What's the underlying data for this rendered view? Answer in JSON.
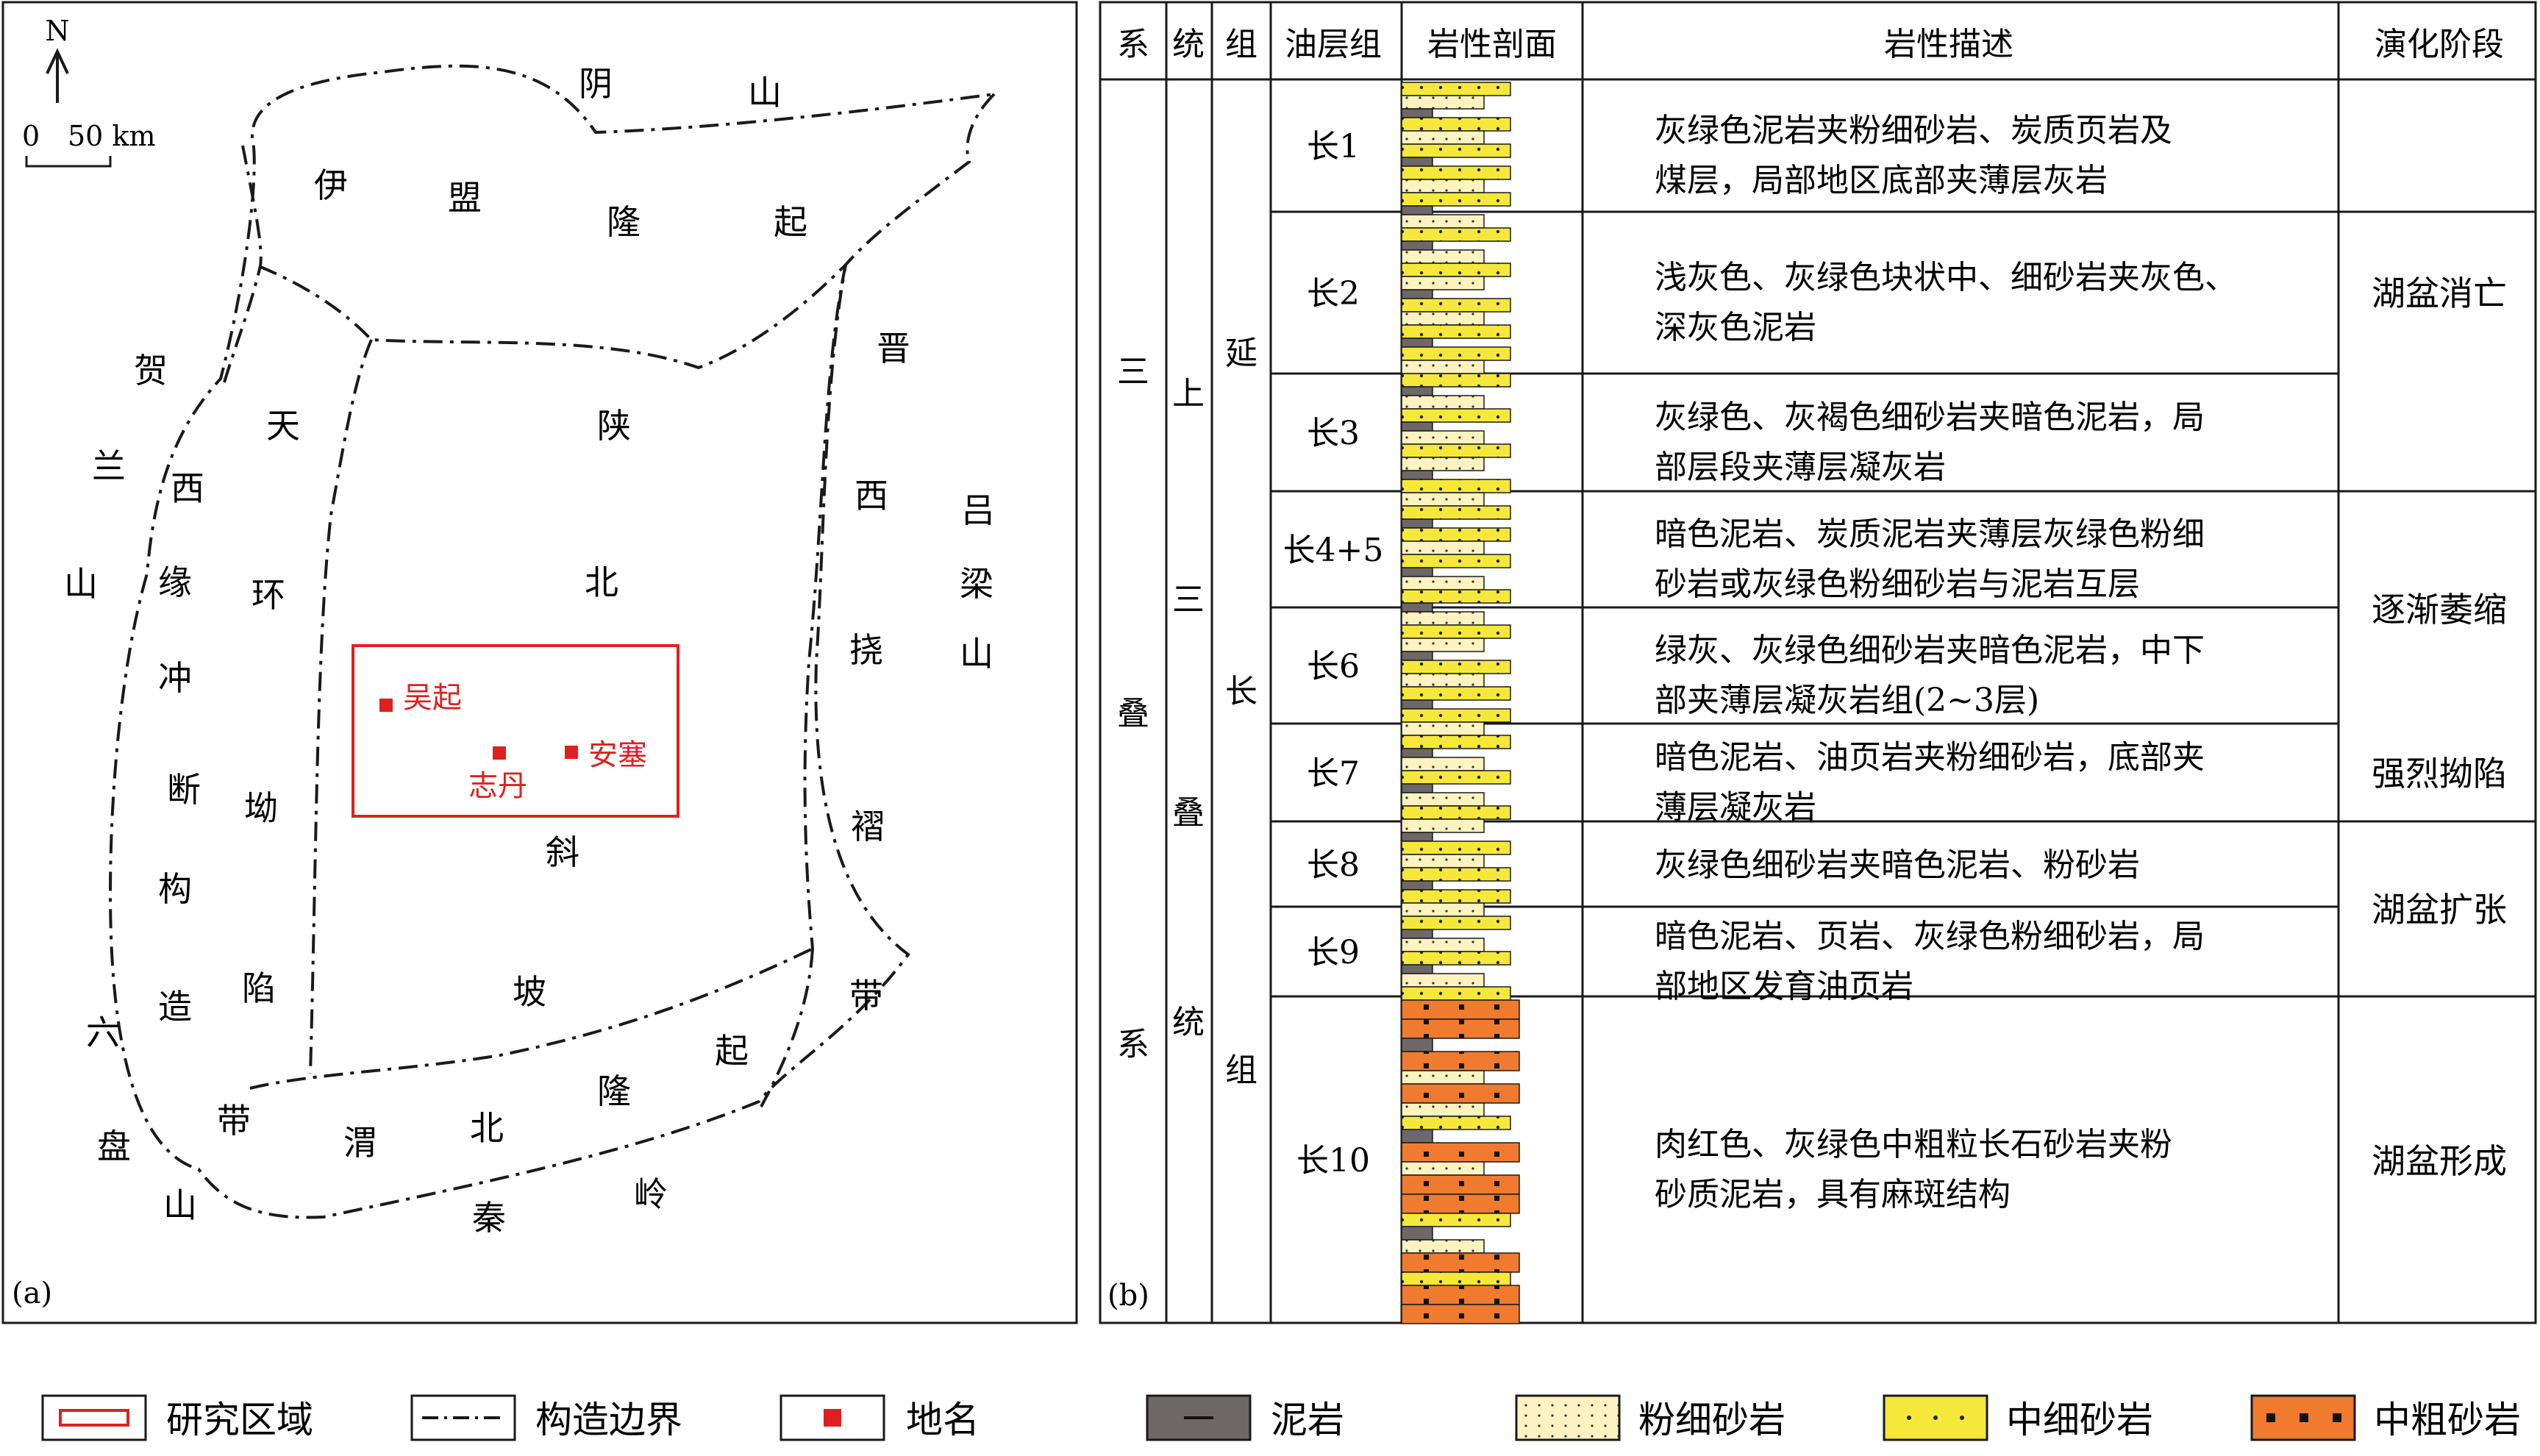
{
  "panel_a": {
    "panel_label": "(a)",
    "north_label": "N",
    "scale_zero": "0",
    "scale_value": "50 km",
    "colors": {
      "study_area": "#e02020",
      "place": "#e02020",
      "boundary": "#1a1a1a"
    },
    "region_labels": [
      {
        "name": "yinshan-1",
        "text": "阴"
      },
      {
        "name": "yinshan-2",
        "text": "山"
      },
      {
        "name": "yimeng-1",
        "text": "伊"
      },
      {
        "name": "yimeng-2",
        "text": "盟"
      },
      {
        "name": "yimeng-3",
        "text": "隆"
      },
      {
        "name": "yimeng-4",
        "text": "起"
      },
      {
        "name": "helan-1",
        "text": "贺"
      },
      {
        "name": "helan-2",
        "text": "兰"
      },
      {
        "name": "helan-3",
        "text": "山"
      },
      {
        "name": "xiyuan-1",
        "text": "西"
      },
      {
        "name": "xiyuan-2",
        "text": "缘"
      },
      {
        "name": "xiyuan-3",
        "text": "冲"
      },
      {
        "name": "xiyuan-4",
        "text": "断"
      },
      {
        "name": "xiyuan-5",
        "text": "构"
      },
      {
        "name": "xiyuan-6",
        "text": "造"
      },
      {
        "name": "xiyuan-7",
        "text": "带"
      },
      {
        "name": "tianhuan-1",
        "text": "天"
      },
      {
        "name": "tianhuan-2",
        "text": "环"
      },
      {
        "name": "tianhuan-3",
        "text": "坳"
      },
      {
        "name": "tianhuan-4",
        "text": "陷"
      },
      {
        "name": "shanbei-1",
        "text": "陕"
      },
      {
        "name": "shanbei-2",
        "text": "北"
      },
      {
        "name": "shanbei-3",
        "text": "斜"
      },
      {
        "name": "shanbei-4",
        "text": "坡"
      },
      {
        "name": "jinxi-1",
        "text": "晋"
      },
      {
        "name": "jinxi-2",
        "text": "西"
      },
      {
        "name": "jinxi-3",
        "text": "挠"
      },
      {
        "name": "jinxi-4",
        "text": "褶"
      },
      {
        "name": "jinxi-5",
        "text": "带"
      },
      {
        "name": "lvliang-1",
        "text": "吕"
      },
      {
        "name": "lvliang-2",
        "text": "梁"
      },
      {
        "name": "lvliang-3",
        "text": "山"
      },
      {
        "name": "weibei-1",
        "text": "渭"
      },
      {
        "name": "weibei-2",
        "text": "北"
      },
      {
        "name": "weibei-3",
        "text": "隆"
      },
      {
        "name": "weibei-4",
        "text": "起"
      },
      {
        "name": "liupan-1",
        "text": "六"
      },
      {
        "name": "liupan-2",
        "text": "盘"
      },
      {
        "name": "liupan-3",
        "text": "山"
      },
      {
        "name": "qinling-1",
        "text": "秦"
      },
      {
        "name": "qinling-2",
        "text": "岭"
      }
    ],
    "places": [
      {
        "name": "wuqi",
        "text": "吴起"
      },
      {
        "name": "zhidan",
        "text": "志丹"
      },
      {
        "name": "ansai",
        "text": "安塞"
      }
    ]
  },
  "panel_b": {
    "panel_label": "(b)",
    "headers": {
      "system": "系",
      "series": "统",
      "formation": "组",
      "oil_group": "油层组",
      "section": "岩性剖面",
      "description": "岩性描述",
      "stage": "演化阶段"
    },
    "system_chars": [
      "三",
      "叠",
      "系"
    ],
    "series_chars": [
      "上",
      "三",
      "叠",
      "统"
    ],
    "formation_chars": [
      "延",
      "长",
      "组"
    ],
    "oil_groups": [
      {
        "name": "长1",
        "desc1": "灰绿色泥岩夹粉细砂岩、炭质页岩及",
        "desc2": "煤层，局部地区底部夹薄层灰岩"
      },
      {
        "name": "长2",
        "desc1": "浅灰色、灰绿色块状中、细砂岩夹灰色、",
        "desc2": "深灰色泥岩"
      },
      {
        "name": "长3",
        "desc1": "灰绿色、灰褐色细砂岩夹暗色泥岩，局",
        "desc2": "部层段夹薄层凝灰岩"
      },
      {
        "name": "长4+5",
        "desc1": "暗色泥岩、炭质泥岩夹薄层灰绿色粉细",
        "desc2": "砂岩或灰绿色粉细砂岩与泥岩互层"
      },
      {
        "name": "长6",
        "desc1": "绿灰、灰绿色细砂岩夹暗色泥岩，中下",
        "desc2": "部夹薄层凝灰岩组(2~3层)"
      },
      {
        "name": "长7",
        "desc1": "暗色泥岩、油页岩夹粉细砂岩，底部夹",
        "desc2": "薄层凝灰岩"
      },
      {
        "name": "长8",
        "desc1": "灰绿色细砂岩夹暗色泥岩、粉砂岩",
        "desc2": ""
      },
      {
        "name": "长9",
        "desc1": "暗色泥岩、页岩、灰绿色粉细砂岩，局",
        "desc2": "部地区发育油页岩"
      },
      {
        "name": "长10",
        "desc1": "肉红色、灰绿色中粗粒长石砂岩夹粉",
        "desc2": "砂质泥岩，具有麻斑结构"
      }
    ],
    "stages": [
      {
        "name": "消亡",
        "text": "湖盆消亡"
      },
      {
        "name": "萎缩",
        "text": "逐渐萎缩"
      },
      {
        "name": "坳陷",
        "text": "强烈拗陷"
      },
      {
        "name": "扩张",
        "text": "湖盆扩张"
      },
      {
        "name": "形成",
        "text": "湖盆形成"
      }
    ],
    "lith_colors": {
      "mudstone": "#6d6767",
      "silt": "#fcf3c0",
      "fine": "#f6e83a",
      "coarse": "#f07a2e"
    }
  },
  "legend": [
    {
      "name": "study-area",
      "text": "研究区域"
    },
    {
      "name": "structural-boundary",
      "text": "构造边界"
    },
    {
      "name": "place-name",
      "text": "地名"
    },
    {
      "name": "mudstone",
      "text": "泥岩"
    },
    {
      "name": "silty-fine-sandstone",
      "text": "粉细砂岩"
    },
    {
      "name": "medium-fine-sandstone",
      "text": "中细砂岩"
    },
    {
      "name": "medium-coarse-sandstone",
      "text": "中粗砂岩"
    }
  ]
}
